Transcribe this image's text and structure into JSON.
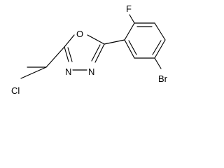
{
  "molecule": {
    "atoms": {
      "fluorine": "F",
      "ring_oxygen": "O",
      "nitrogen_left": "N",
      "nitrogen_right": "N",
      "bromine": "Br",
      "chlorine": "Cl"
    }
  }
}
